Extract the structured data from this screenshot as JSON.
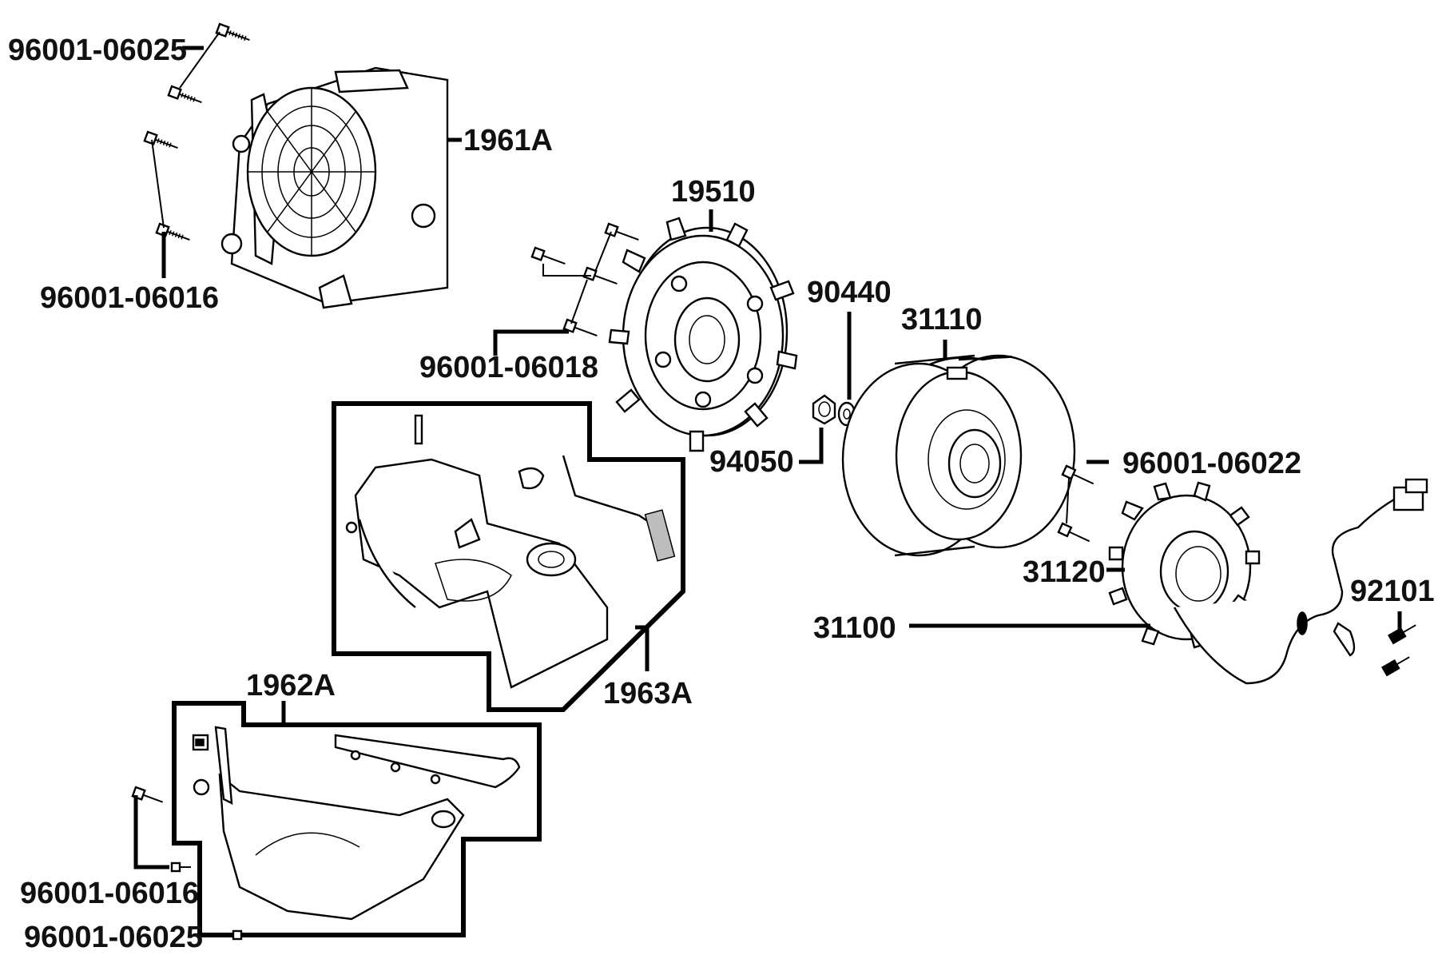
{
  "labels": {
    "bolt_cover_top": "96001-06025",
    "fan_cover": "1961A",
    "bolt_cover_bottom": "96001-06016",
    "cooling_fan": "19510",
    "fan_bolts": "96001-06018",
    "washer": "90440",
    "rotor": "31110",
    "nut": "94050",
    "stator_bolts": "96001-06022",
    "stator": "31120",
    "generator_assy": "31100",
    "screw": "92101",
    "shroud_upper": "1963A",
    "shroud_lower": "1962A",
    "bolt_lower_a": "96001-06016",
    "bolt_lower_b": "96001-06025"
  }
}
